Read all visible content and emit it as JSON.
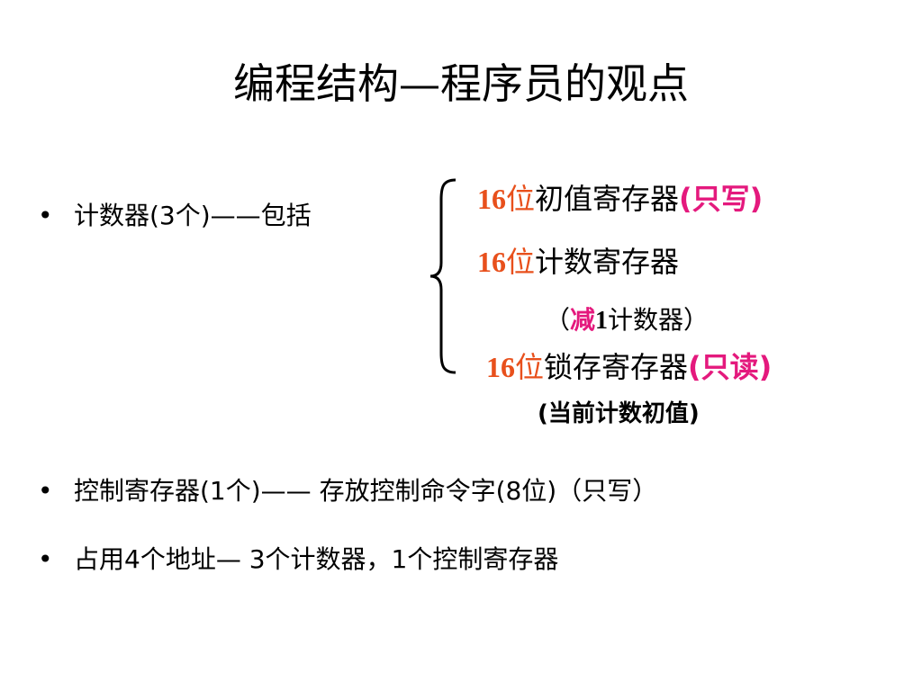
{
  "slide": {
    "title": "编程结构—程序员的观点",
    "bullets": [
      {
        "marker": "•",
        "text": "计数器(3个)——包括"
      },
      {
        "marker": "•",
        "text": "控制寄存器(1个)—— 存放控制命令字(8位)（只写）"
      },
      {
        "marker": "•",
        "text": "占用4个地址— 3个计数器，1个控制寄存器"
      }
    ],
    "registers": [
      {
        "bits_num": "16",
        "bits_char": "位",
        "name": "初值寄存器",
        "mode": "(只写)"
      },
      {
        "bits_num": "16",
        "bits_char": "位",
        "name": "计数寄存器",
        "note_open": "（",
        "note_emph": "减",
        "note_num": "1",
        "note_rest": "计数器）"
      },
      {
        "bits_num": "16",
        "bits_char": "位",
        "name": "锁存寄存器",
        "mode": "(只读)",
        "note": "(当前计数初值)"
      }
    ]
  }
}
